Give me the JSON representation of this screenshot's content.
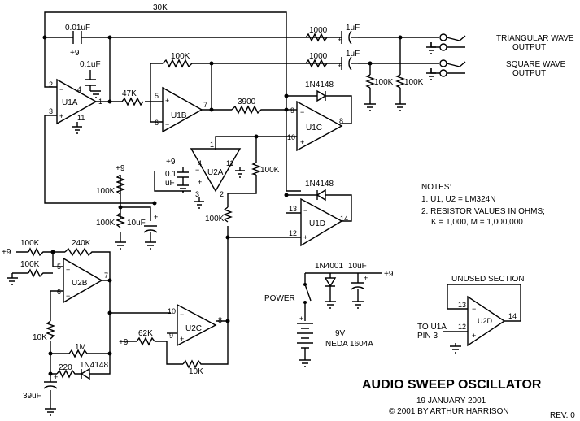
{
  "title": "AUDIO SWEEP OSCILLATOR",
  "date": "19 JANUARY 2001",
  "copyright": "© 2001 BY ARTHUR HARRISON",
  "revision": "REV. 0",
  "notes": {
    "heading": "NOTES:",
    "line1": "1. U1, U2 = LM324N",
    "line2": "2. RESISTOR VALUES IN OHMS;",
    "line3": "K = 1,000,  M = 1,000,000"
  },
  "outputs": {
    "triangular_1": "TRIANGULAR WAVE",
    "triangular_2": "OUTPUT",
    "square_1": "SQUARE WAVE",
    "square_2": "OUTPUT"
  },
  "unused": {
    "heading": "UNUSED SECTION",
    "to1": "TO U1A",
    "to2": "PIN 3",
    "amp": "U2D",
    "pin13": "13",
    "pin12": "12",
    "pin14": "14"
  },
  "power": {
    "switch_label": "POWER",
    "battery": "9V",
    "battery_type": "NEDA 1604A",
    "diode": "1N4001",
    "cap": "10uF",
    "rail": "+9"
  },
  "opamps": {
    "u1a": "U1A",
    "u1b": "U1B",
    "u1c": "U1C",
    "u1d": "U1D",
    "u2a": "U2A",
    "u2b": "U2B",
    "u2c": "U2C"
  },
  "components": {
    "r30k": "30K",
    "c001": "0.01uF",
    "r1000": "1000",
    "c1u_a": "1uF",
    "c1u_b": "1uF",
    "r100k_fb": "100K",
    "r1000_b": "1000",
    "r47k": "47K",
    "r3900": "3900",
    "d1": "1N4148",
    "d2": "1N4148",
    "c01u": "0.1uF",
    "plus9_a": "+9",
    "r100k_out1": "100K",
    "r100k_out2": "100K",
    "plus9_b": "+9",
    "r100k_pot": "100K",
    "r100k_low": "100K",
    "c10u": "10uF",
    "c01_u2a_1": "0.1",
    "c01_u2a_2": "uF",
    "r100k_u2a": "100K",
    "r100k_u2a2": "100K",
    "plus9_c": "+9",
    "r100k_in1": "100K",
    "r100k_in2": "100K",
    "r240k": "240K",
    "r10k": "10K",
    "r1m": "1M",
    "d3": "1N4148",
    "r220": "220",
    "c39u": "39uF",
    "plus9_d": "+9",
    "r62k": "62K",
    "r10k_fb": "10K"
  },
  "pins": {
    "u1a_2": "2",
    "u1a_4": "4",
    "u1a_3": "3",
    "u1a_11": "11",
    "u1a_1": "1",
    "u1b_5": "5",
    "u1b_6": "6",
    "u1b_7": "7",
    "u1c_9": "9",
    "u1c_10": "10",
    "u1c_8": "8",
    "u1d_13": "13",
    "u1d_12": "12",
    "u1d_14": "14",
    "u2a_1": "1",
    "u2a_4": "4",
    "u2a_11": "11",
    "u2a_3": "3",
    "u2a_2": "2",
    "u2b_5": "5",
    "u2b_6": "6",
    "u2b_7": "7",
    "u2c_10": "10",
    "u2c_9": "9",
    "u2c_8": "8"
  },
  "rails": {
    "plus9_u2b_1": "+9",
    "plus9_u1a": "+9"
  }
}
